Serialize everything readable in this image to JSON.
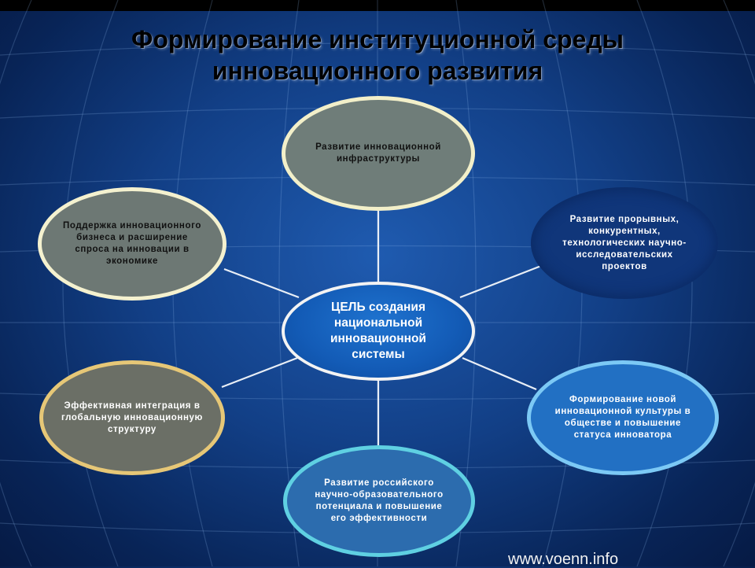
{
  "title": {
    "line1": "Формирование институционной среды",
    "line2": "инновационного развития"
  },
  "diagram": {
    "center": "ЦЕЛЬ создания национальной инновационной системы",
    "nodes": {
      "top": "Развитие инновационной инфраструктуры",
      "left": "Поддержка инновационного бизнеса и расширение спроса на инновации в экономике",
      "right": "Развитие прорывных, конкурентных, технологических научно-исследовательских проектов",
      "bottom_left": "Эффективная интеграция в глобальную инновационную структуру",
      "bottom_right": "Формирование новой инновационной культуры в обществе и повышение статуса инноватора",
      "bottom": "Развитие российского научно-образовательного потенциала и повышение его эффективности"
    }
  },
  "watermark": "www.voenn.info",
  "colors": {
    "background": "#123f86",
    "center_fill": "#135bb6",
    "gray_node_fill": "#6f7d79",
    "cream_border": "#f2efc9",
    "gold_border": "#e6c777",
    "light_blue_border": "#7cc9f5",
    "cyan_border": "#5fd0e2"
  }
}
